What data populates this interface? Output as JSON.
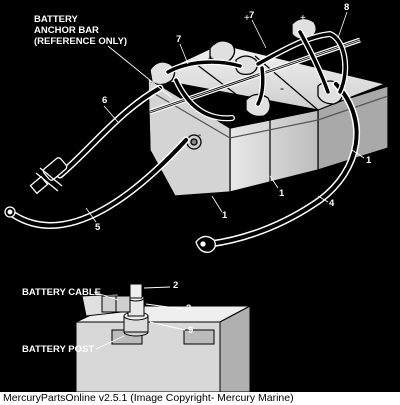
{
  "labels": {
    "anchor_line1": "BATTERY",
    "anchor_line2": "ANCHOR BAR",
    "anchor_line3": "(REFERENCE ONLY)",
    "battery_cable": "BATTERY CABLE",
    "battery_post": "BATTERY POST"
  },
  "callouts": {
    "c1": "1",
    "c2": "2",
    "c3": "3",
    "c4": "4",
    "c5": "5",
    "c6": "6",
    "c7": "7",
    "c8": "8",
    "c9": "9"
  },
  "terminal_marks": {
    "plus": "+",
    "minus": "-"
  },
  "caption": "MercuryPartsOnline v2.5.1 (Image Copyright- Mercury Marine)",
  "colors": {
    "background": "#000000",
    "line": "#ffffff",
    "caption_bg": "#ffffff",
    "caption_text": "#000000"
  }
}
